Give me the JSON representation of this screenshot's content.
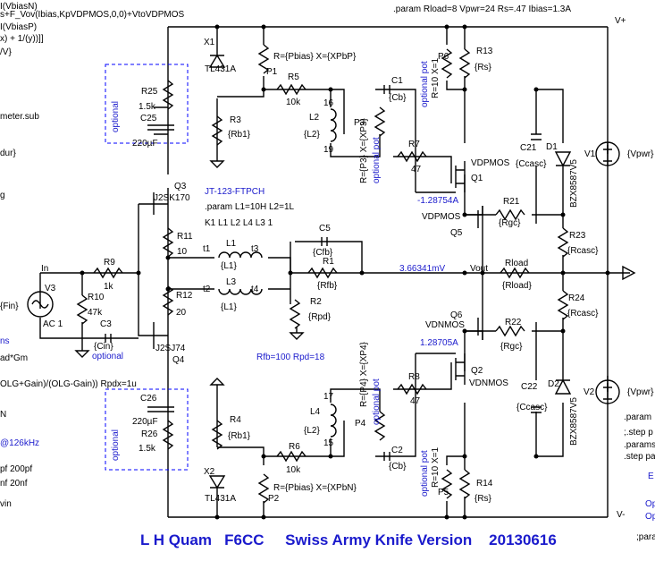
{
  "header": {
    "left_lines": [
      "I(VbiasN)",
      "s+F_Vov(Ibias,KpVDPMOS,0,0)+VtoVDPMOS",
      "I(VbiasP)",
      "x) + 1/(y))]]",
      "/V}"
    ],
    "param": ".param Rload=8 Vpwr=24 Rs=.47 Ibias=1.3A"
  },
  "left_notes": [
    "meter.sub",
    "dur}",
    "g",
    "{Fin}",
    "ns",
    "ad*Gm",
    "OLG+Gain)/(OLG-Gain)) Rpdx=1u",
    "N",
    "@126kHz",
    "pf 200pf",
    "nf 20nf",
    "vin"
  ],
  "right_notes": [
    ".param",
    ";.step p",
    ".params",
    ".step pa",
    "E",
    "Op",
    "Op",
    ";param"
  ],
  "rails": {
    "vplus": "V+",
    "vminus": "V-"
  },
  "parts": {
    "x1": "X1",
    "tl431_top": "TL431A",
    "p1": "P1",
    "p1_val": "R={Pbias} X={XPbP}",
    "r3": "R3",
    "r3_val": "{Rb1}",
    "r5": "R5",
    "r5_val": "10k",
    "c1": "C1",
    "c1_val": "{Cb}",
    "l2": "L2",
    "l2_val": "{L2}",
    "l2_p16": "16",
    "l2_p19": "19",
    "p3": "P3",
    "p3_val": "R={P3} X={XP3}",
    "p3_opt": "optional pot",
    "r7": "R7",
    "r7_val": "47",
    "vdpmos_top": "VDPMOS",
    "q1": "Q1",
    "p6": "P6",
    "p6_val": "R=10 X=1",
    "p6_opt": "optional pot",
    "r13": "R13",
    "r13_val": "{Rs}",
    "c21": "C21",
    "c21_val": "{Ccasc}",
    "d1": "D1",
    "d1_val": "BZX8587V5",
    "v1": "V1",
    "v1_val": "{Vpwr}",
    "i_q1": "-1.28754A",
    "r25": "R25",
    "r25_val": "1.5k",
    "c25": "C25",
    "c25_val": "220µF",
    "optional_top": "optional",
    "q3": "Q3",
    "q3_type": "J2SK170",
    "jt": "JT-123-FTPCH",
    "tparam": ".param L1=10H L2=1L",
    "kline": "K1 L1 L2 L4 L3 1",
    "r21": "R21",
    "r21_val": "{Rgc}",
    "vdpmos_q5": "VDPMOS",
    "q5": "Q5",
    "r23": "R23",
    "r23_val": "{Rcasc}",
    "r11": "R11",
    "r11_val": "10",
    "t1": "t1",
    "l1": "L1",
    "l1_val": "{L1}",
    "t3": "t3",
    "c5": "C5",
    "c5_val": "{Cfb}",
    "r1": "R1",
    "r1_val": "{Rfb}",
    "vout_v": "3.66341mV",
    "vout": "Vout",
    "rload": "Rload",
    "rload_val": "{Rload}",
    "in": "In",
    "r9": "R9",
    "r9_val": "1k",
    "v3": "V3",
    "v3_ac": "AC 1",
    "r10": "R10",
    "r10_val": "47k",
    "c3": "C3",
    "c3_val": "{Cin}",
    "c3_opt": "optional",
    "r12": "R12",
    "r12_val": "20",
    "t2": "t2",
    "l3": "L3",
    "l3_val": "{L1}",
    "t4": "t4",
    "r2": "R2",
    "r2_val": "{Rpd}",
    "r24": "R24",
    "r24_val": "{Rcasc}",
    "q6": "Q6",
    "vdnmos_q6": "VDNMOS",
    "r22": "R22",
    "r22_val": "{Rgc}",
    "i_q2": "1.28705A",
    "q4_type": "J2SJ74",
    "q4": "Q4",
    "rfb_note": "Rfb=100 Rpd=18",
    "r8": "R8",
    "r8_val": "47",
    "q2": "Q2",
    "vdnmos_q2": "VDNMOS",
    "c22": "C22",
    "c22_val": "{Ccasc}",
    "d2": "D2",
    "d2_val": "BZX8587V5",
    "v2": "V2",
    "v2_val": "{Vpwr}",
    "c26": "C26",
    "c26_val": "220µF",
    "r26": "R26",
    "r26_val": "1.5k",
    "optional_bot": "optional",
    "r4": "R4",
    "r4_val": "{Rb1}",
    "l4": "L4",
    "l4_val": "{L2}",
    "l4_p17": "17",
    "l4_p15": "15",
    "p4": "P4",
    "p4_val": "R={P4} X={XP4}",
    "p4_opt": "optional pot",
    "r6": "R6",
    "r6_val": "10k",
    "c2": "C2",
    "c2_val": "{Cb}",
    "x2": "X2",
    "tl431_bot": "TL431A",
    "p2": "P2",
    "p2_val": "R={Pbias} X={XPbN}",
    "p5": "P5",
    "p5_val": "R=10 X=1",
    "p5_opt": "optional pot",
    "r14": "R14",
    "r14_val": "{Rs}"
  },
  "footer": {
    "title": "L H Quam   F6CC     Swiss Army Knife Version    20130616"
  }
}
